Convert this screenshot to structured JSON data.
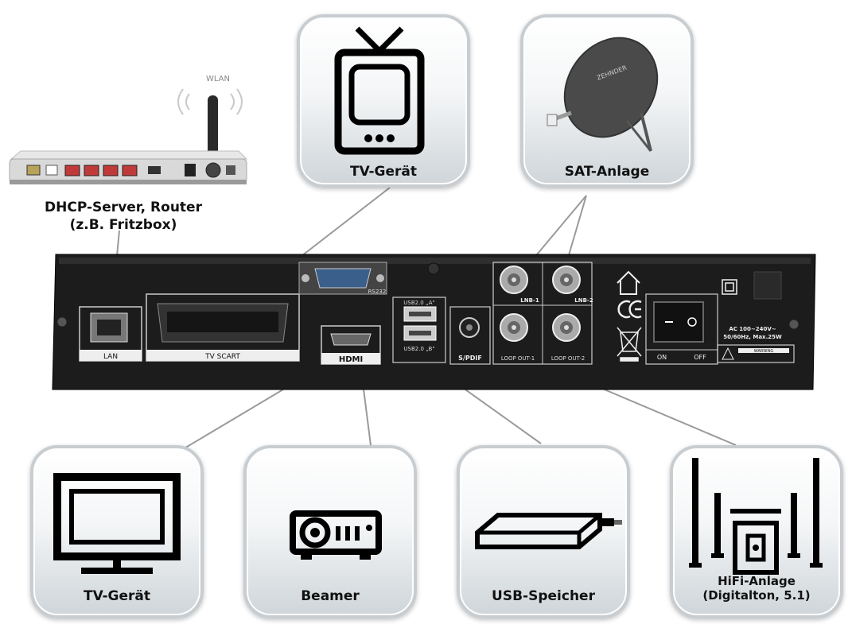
{
  "router": {
    "caption_line1": "DHCP-Server, Router",
    "caption_line2": "(z.B. Fritzbox)",
    "wlan_label": "WLAN"
  },
  "tiles": {
    "tv_top": {
      "label": "TV-Gerät",
      "icon": "retro-tv-icon"
    },
    "sat": {
      "label": "SAT-Anlage",
      "icon": "satellite-dish-icon",
      "dish_brand": "ZEHNDER"
    },
    "tv_bottom": {
      "label": "TV-Gerät",
      "icon": "monitor-icon"
    },
    "beamer": {
      "label": "Beamer",
      "icon": "projector-icon"
    },
    "usb": {
      "label": "USB-Speicher",
      "icon": "usb-drive-icon"
    },
    "hifi": {
      "label_line1": "HiFi-Anlage",
      "label_line2": "(Digitalton, 5.1)",
      "icon": "speakers-icon"
    }
  },
  "receiver": {
    "ports": {
      "lan": "LAN",
      "scart": "TV SCART",
      "rs232": "RS232",
      "hdmi": "HDMI",
      "usb_a": "USB2.0 „A\"",
      "usb_b": "USB2.0 „B\"",
      "spdif": "S/PDIF",
      "lnb1": "LNB-1",
      "lnb2": "LNB-2",
      "loop1": "LOOP OUT-1",
      "loop2": "LOOP OUT-2",
      "on": "ON",
      "off": "OFF",
      "power_line1": "AC 100~240V~",
      "power_line2": "50/60Hz, Max.25W",
      "warning": "WARNING"
    }
  },
  "colors": {
    "tile_border": "#c8cdd1",
    "receiver_body": "#1c1c1c",
    "line": "#9a9a9a"
  }
}
